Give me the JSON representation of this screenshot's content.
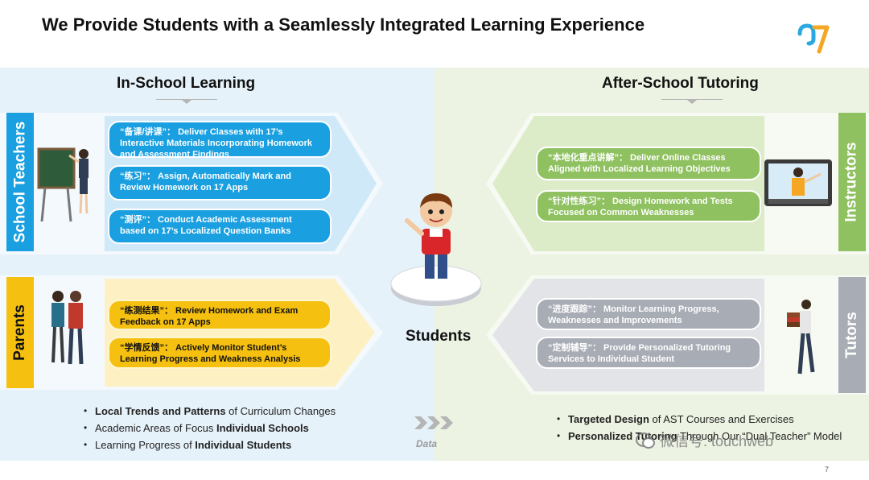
{
  "slide": {
    "title": "We Provide Students with a Seamlessly Integrated Learning Experience",
    "page_number": "7"
  },
  "in_school": {
    "heading": "In-School Learning",
    "teachers": {
      "label": "School Teachers",
      "items": [
        "“备课/讲课”： Deliver Classes with 17’s Interactive Materials Incorporating Homework and Assessment Findings",
        "“练习”： Assign, Automatically Mark and Review Homework on 17 Apps",
        "“测评”： Conduct Academic Assessment based on 17’s Localized Question Banks"
      ]
    },
    "parents": {
      "label": "Parents",
      "items": [
        "“练测结果”： Review Homework and Exam Feedback on 17 Apps",
        "“学情反馈”： Actively Monitor Student’s Learning Progress and Weakness Analysis"
      ]
    },
    "bullets": [
      {
        "bold": "Local Trends and Patterns",
        "text": " of Curriculum Changes"
      },
      {
        "pre": "Academic Areas of Focus ",
        "bold": "Individual Schools"
      },
      {
        "pre": "Learning Progress of ",
        "bold": "Individual Students"
      }
    ]
  },
  "after_school": {
    "heading": "After-School Tutoring",
    "instructors": {
      "label": "Instructors",
      "items": [
        "“本地化重点讲解”： Deliver Online Classes Aligned with Localized Learning Objectives",
        "“针对性练习”： Design Homework and Tests Focused on Common Weaknesses"
      ]
    },
    "tutors": {
      "label": "Tutors",
      "items": [
        "“进度跟踪”： Monitor Learning Progress, Weaknesses and Improvements",
        "“定制辅导”： Provide Personalized Tutoring Services to Individual Student"
      ]
    },
    "bullets": [
      {
        "bold": "Targeted  Design",
        "text": " of AST Courses and Exercises"
      },
      {
        "bold": "Personalized Tutoring",
        "text": " Through Our “Dual Teacher” Model"
      }
    ]
  },
  "center": {
    "label": "Students",
    "data_label": "Data"
  },
  "watermark": "微信号: touchweb",
  "colors": {
    "blue": "#1a9fe0",
    "yellow": "#f5c010",
    "green": "#8fc160",
    "gray": "#a8acb5"
  }
}
